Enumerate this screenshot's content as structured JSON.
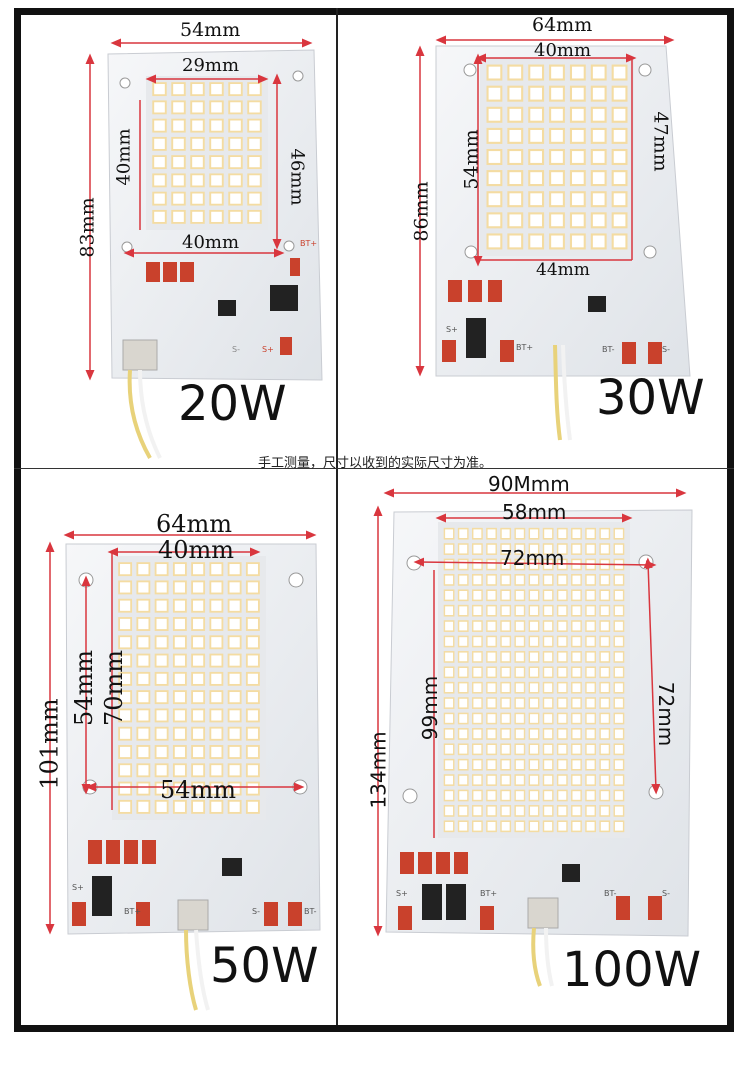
{
  "note": "手工测量，尺寸以收到的实际尺寸为准。",
  "panels": [
    {
      "power": "20W",
      "dims": [
        "54mm",
        "29mm",
        "40mm",
        "46mm",
        "40mm",
        "83mm"
      ],
      "pcb_labels": [
        "BT+",
        "S+",
        "S-"
      ]
    },
    {
      "power": "30W",
      "dims": [
        "64mm",
        "40mm",
        "54mm",
        "47mm",
        "44mm",
        "86mm"
      ],
      "pcb_labels": [
        "S+",
        "BT+",
        "BT-",
        "S-"
      ]
    },
    {
      "power": "50W",
      "dims": [
        "64mm",
        "40mm",
        "54mm",
        "70mm",
        "54mm",
        "101mm"
      ],
      "pcb_labels": [
        "S+",
        "BT+",
        "S-",
        "BT-"
      ]
    },
    {
      "power": "100W",
      "dims": [
        "90Mmm",
        "58mm",
        "72mm",
        "99mm",
        "72mm",
        "134mm"
      ],
      "pcb_labels": [
        "S+",
        "BT+",
        "BT-",
        "S-"
      ]
    }
  ],
  "colors": {
    "board": "#eef0f3",
    "led": "#ffffff",
    "led_frame": "#f4dca2",
    "dimension_line": "#d9363e",
    "pad": "#c9412c"
  }
}
